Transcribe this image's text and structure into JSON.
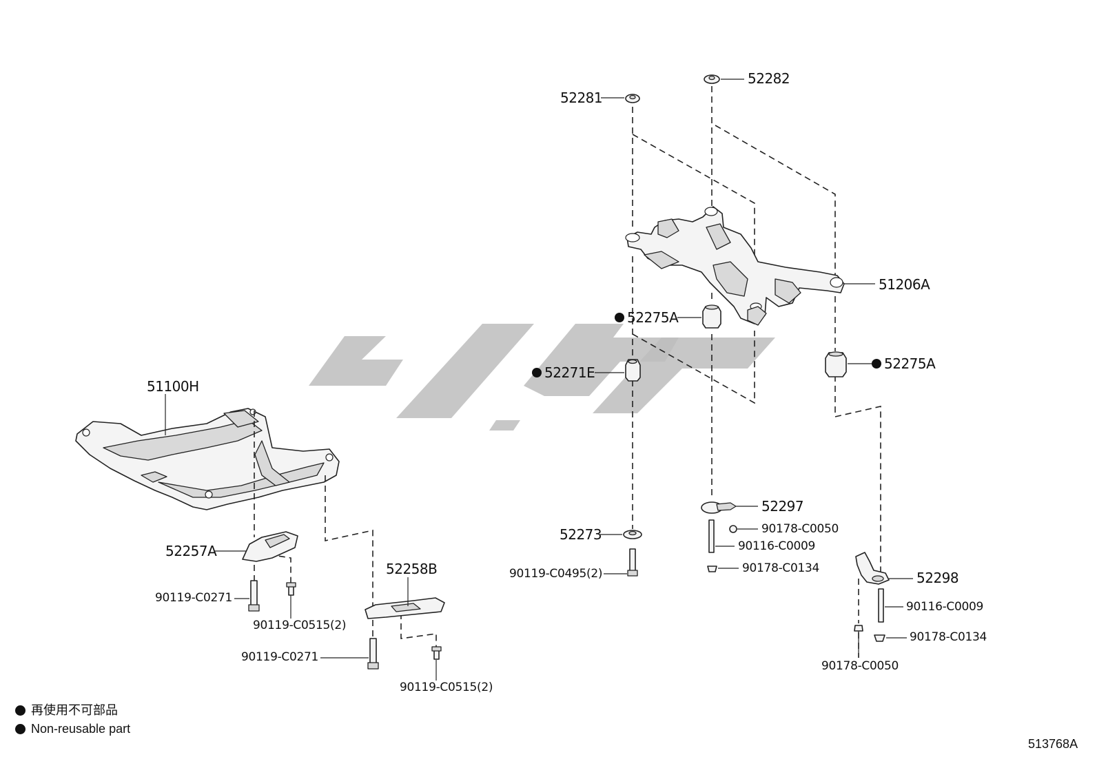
{
  "parts": {
    "p51100H": "51100H",
    "p52257A": "52257A",
    "p52258B": "52258B",
    "p90119_C0271_a": "90119-C0271",
    "p90119_C0515_a": "90119-C0515(2)",
    "p90119_C0271_b": "90119-C0271",
    "p90119_C0515_b": "90119-C0515(2)",
    "p52281": "52281",
    "p52282": "52282",
    "p51206A": "51206A",
    "p52275A_a": "52275A",
    "p52275A_b": "52275A",
    "p52271E": "52271E",
    "p52273": "52273",
    "p90119_C0495": "90119-C0495(2)",
    "p52297": "52297",
    "p90178_C0050_a": "90178-C0050",
    "p90116_C0009_a": "90116-C0009",
    "p90178_C0134_a": "90178-C0134",
    "p52298": "52298",
    "p90116_C0009_b": "90116-C0009",
    "p90178_C0134_b": "90178-C0134",
    "p90178_C0050_b": "90178-C0050"
  },
  "legend": {
    "jp": "再使用不可部品",
    "en": "Non-reusable part"
  },
  "reference_code": "513768A"
}
